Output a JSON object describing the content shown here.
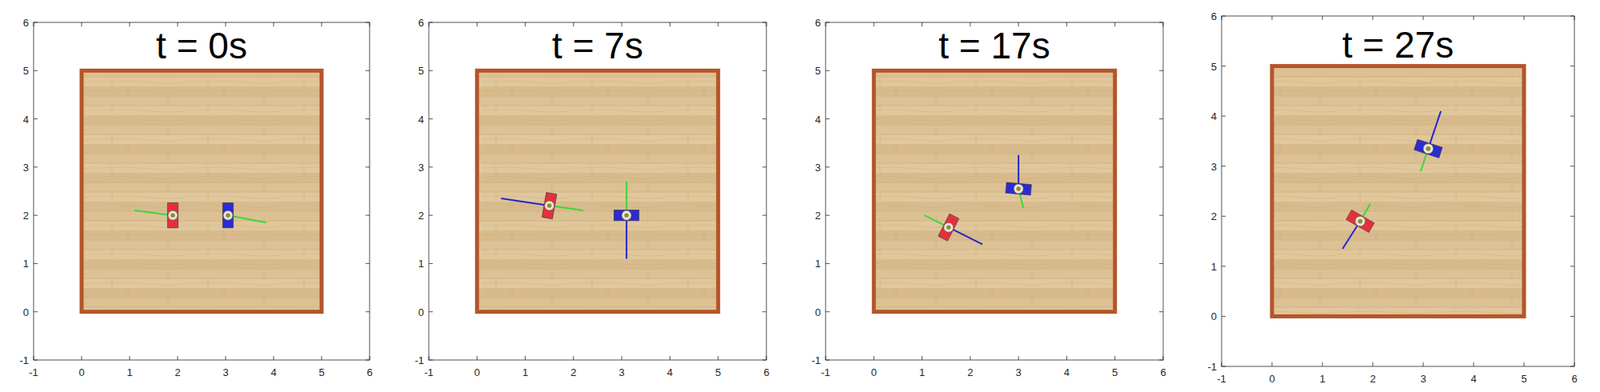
{
  "diagram": {
    "labels": [
      "t = 0s",
      "-1",
      "0",
      "1",
      "2",
      "3",
      "4",
      "5",
      "6",
      "-1",
      "0",
      "1",
      "2",
      "3",
      "4",
      "5",
      "6",
      "t = 7s",
      "-1",
      "0",
      "1",
      "2",
      "3",
      "4",
      "5",
      "6",
      "-1",
      "0",
      "1",
      "2",
      "3",
      "4",
      "5",
      "6",
      "t = 17s",
      "-1",
      "0",
      "1",
      "2",
      "3",
      "4",
      "5",
      "6",
      "-1",
      "0",
      "1",
      "2",
      "3",
      "4",
      "5",
      "6",
      "t = 27s",
      "-1",
      "0",
      "1",
      "2",
      "3",
      "4",
      "5",
      "6",
      "-1",
      "0",
      "1",
      "2",
      "3",
      "4",
      "5",
      "6"
    ]
  }
}
